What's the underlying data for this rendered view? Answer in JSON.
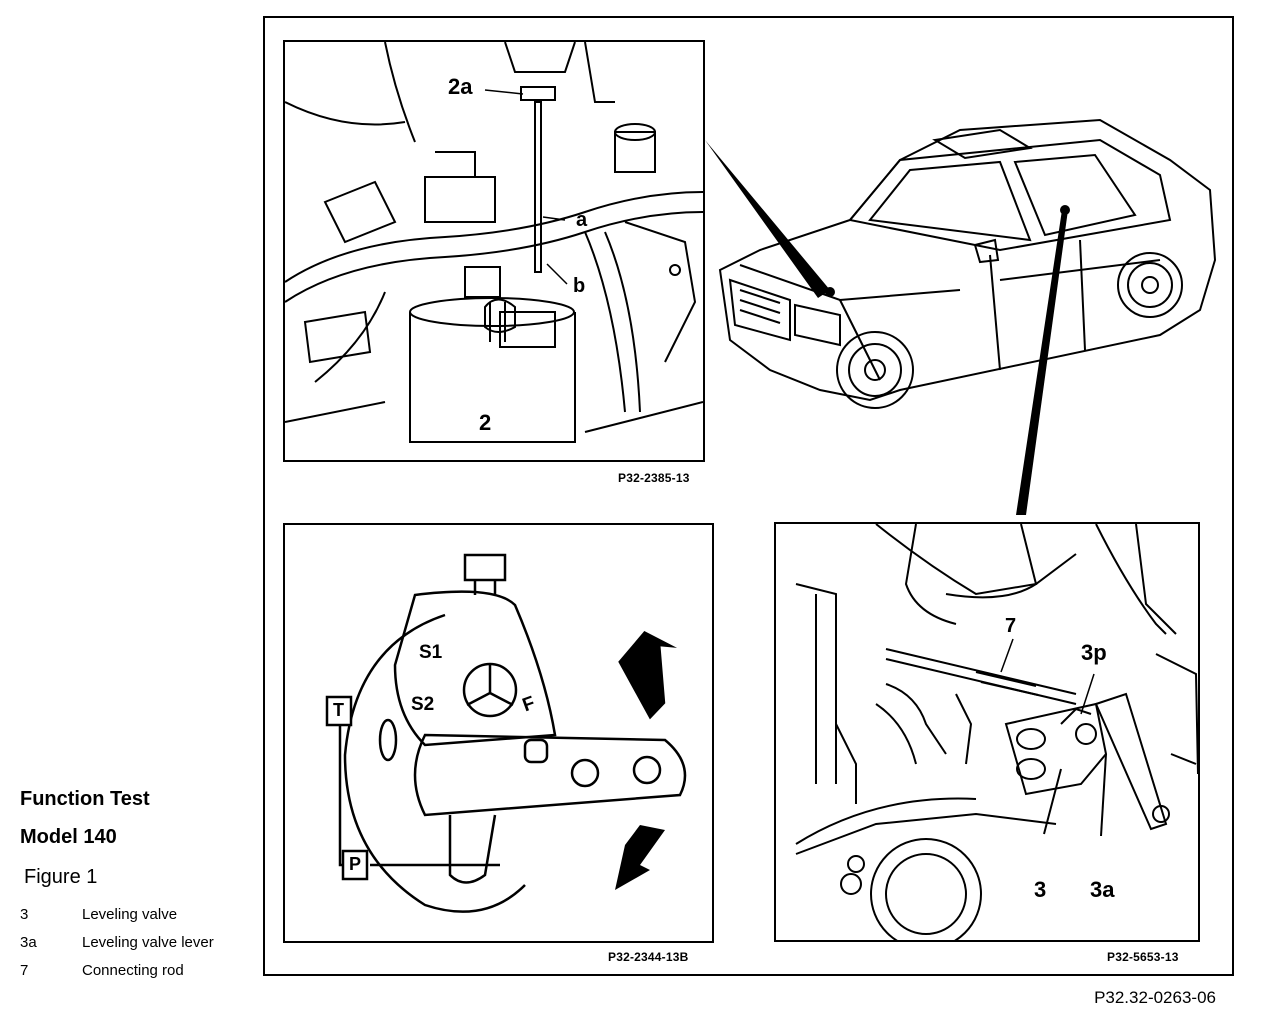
{
  "sidebar": {
    "title1": "Function Test",
    "title2": "Model 140",
    "figure": "Figure 1",
    "legend": [
      {
        "key": "3",
        "text": "Leveling valve"
      },
      {
        "key": "3a",
        "text": "Leveling valve lever"
      },
      {
        "key": "7",
        "text": "Connecting rod"
      }
    ]
  },
  "panels": {
    "top_left": {
      "code": "P32-2385-13",
      "labels": {
        "l2a": "2a",
        "la": "a",
        "lb": "b",
        "l2": "2"
      }
    },
    "bottom_left": {
      "code": "P32-2344-13B",
      "labels": {
        "s1": "S1",
        "s2": "S2",
        "f": "F",
        "t": "T",
        "p": "P"
      }
    },
    "bottom_right": {
      "code": "P32-5653-13",
      "labels": {
        "l7": "7",
        "l3p": "3p",
        "l3": "3",
        "l3a": "3a"
      }
    }
  },
  "figure_code": "P32.32-0263-06"
}
